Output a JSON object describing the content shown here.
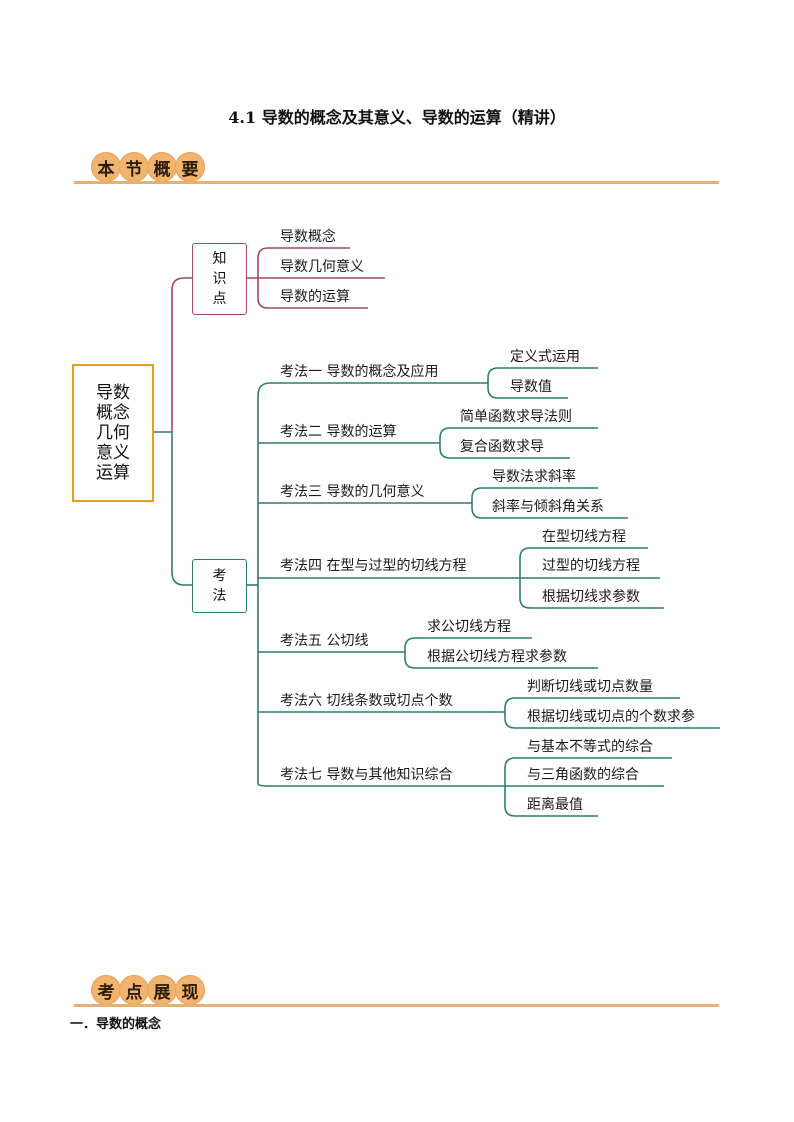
{
  "title": "4.1  导数的概念及其意义、导数的运算（精讲）",
  "section1": {
    "badges": [
      "本",
      "节",
      "概",
      "要"
    ]
  },
  "section2": {
    "badges": [
      "考",
      "点",
      "展",
      "现"
    ]
  },
  "colors": {
    "accent": "#e7b070",
    "badge": "#f0b46f",
    "root_border": "#e0a020",
    "knowledge_line": "#a24a5a",
    "method_line": "#2e7f6a"
  },
  "mindmap": {
    "root": [
      "导数",
      "概念",
      "几何",
      "意义",
      "运算"
    ],
    "knowledge": {
      "label": [
        "知",
        "识",
        "点"
      ],
      "items": [
        "导数概念",
        "导数几何意义",
        "导数的运算"
      ]
    },
    "methods": {
      "label": [
        "考",
        "法"
      ],
      "items": [
        {
          "label": "考法一  导数的概念及应用",
          "children": [
            "定义式运用",
            "导数值"
          ]
        },
        {
          "label": "考法二  导数的运算",
          "children": [
            "简单函数求导法则",
            "复合函数求导"
          ]
        },
        {
          "label": "考法三  导数的几何意义",
          "children": [
            "导数法求斜率",
            "斜率与倾斜角关系"
          ]
        },
        {
          "label": "考法四  在型与过型的切线方程",
          "children": [
            "在型切线方程",
            "过型的切线方程",
            "根据切线求参数"
          ]
        },
        {
          "label": "考法五  公切线",
          "children": [
            "求公切线方程",
            "根据公切线方程求参数"
          ]
        },
        {
          "label": "考法六  切线条数或切点个数",
          "children": [
            "判断切线或切点数量",
            "根据切线或切点的个数求参"
          ]
        },
        {
          "label": "考法七  导数与其他知识综合",
          "children": [
            "与基本不等式的综合",
            "与三角函数的综合",
            "距离最值"
          ]
        }
      ]
    }
  },
  "subheading": "一．导数的概念"
}
